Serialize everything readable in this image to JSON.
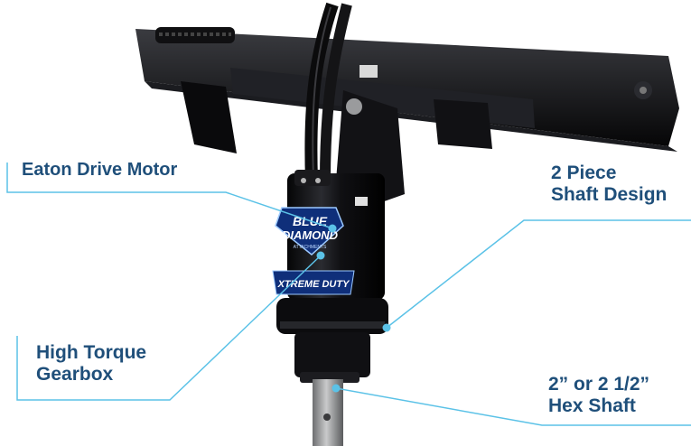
{
  "callouts": {
    "eaton_drive_motor": {
      "line1": "Eaton Drive Motor"
    },
    "two_piece_shaft": {
      "line1": "2 Piece",
      "line2": "Shaft Design"
    },
    "high_torque_gearbox": {
      "line1": "High Torque",
      "line2": "Gearbox"
    },
    "hex_shaft": {
      "line1": "2” or 2 1/2”",
      "line2": "Hex Shaft"
    }
  },
  "logo": {
    "line1": "BLUE",
    "line2": "DIAMOND",
    "line3": "ATTACHMENTS",
    "badge": "XTREME DUTY"
  },
  "colors": {
    "callout_text": "#1f4f7a",
    "leader_line": "#5bc2e7",
    "dot": "#5bc2e7",
    "body": "#0d0d0f"
  }
}
